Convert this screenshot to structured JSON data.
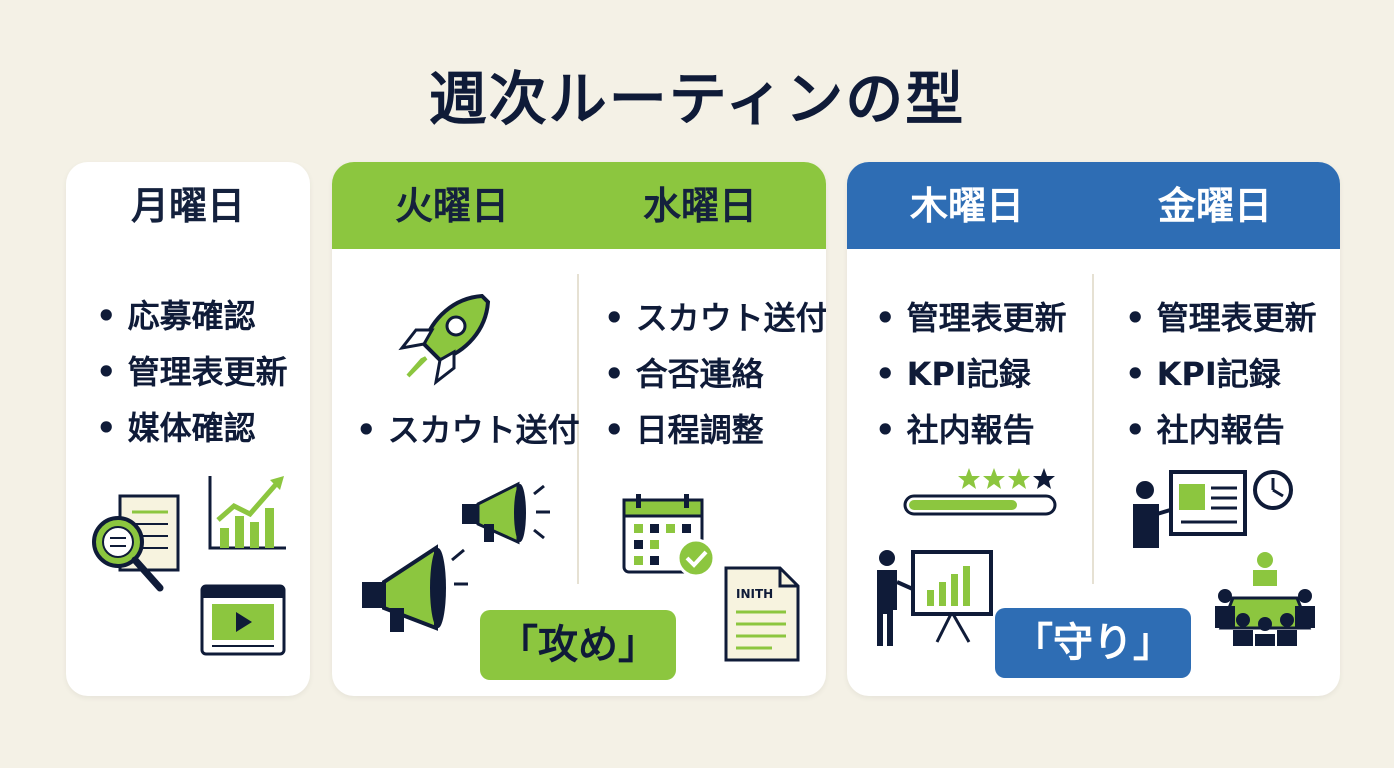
{
  "title": "週次ルーティンの型",
  "monday": {
    "day": "月曜日",
    "items": [
      "応募確認",
      "管理表更新",
      "媒体確認"
    ]
  },
  "tuesday": {
    "day": "火曜日",
    "items": [
      "スカウト送付"
    ]
  },
  "wednesday": {
    "day": "水曜日",
    "items": [
      "スカウト送付",
      "合否連絡",
      "日程調整"
    ]
  },
  "attack_label": "「攻め」",
  "thursday": {
    "day": "木曜日",
    "items": [
      "管理表更新",
      "KPI記録",
      "社内報告"
    ]
  },
  "friday": {
    "day": "金曜日",
    "items": [
      "管理表更新",
      "KPI記録",
      "社内報告"
    ]
  },
  "defense_label": "「守り」",
  "document_icon_text": "INITH",
  "colors": {
    "background": "#f4f1e6",
    "green": "#8cc63f",
    "blue": "#2e6db4",
    "navy": "#0f1b38"
  },
  "icons": [
    "magnifier-document-icon",
    "growth-chart-icon",
    "video-player-icon",
    "rocket-icon",
    "megaphone-icon",
    "calendar-check-icon",
    "document-icon",
    "progress-rating-icon",
    "presentation-icon",
    "teacher-board-icon",
    "meeting-icon"
  ]
}
